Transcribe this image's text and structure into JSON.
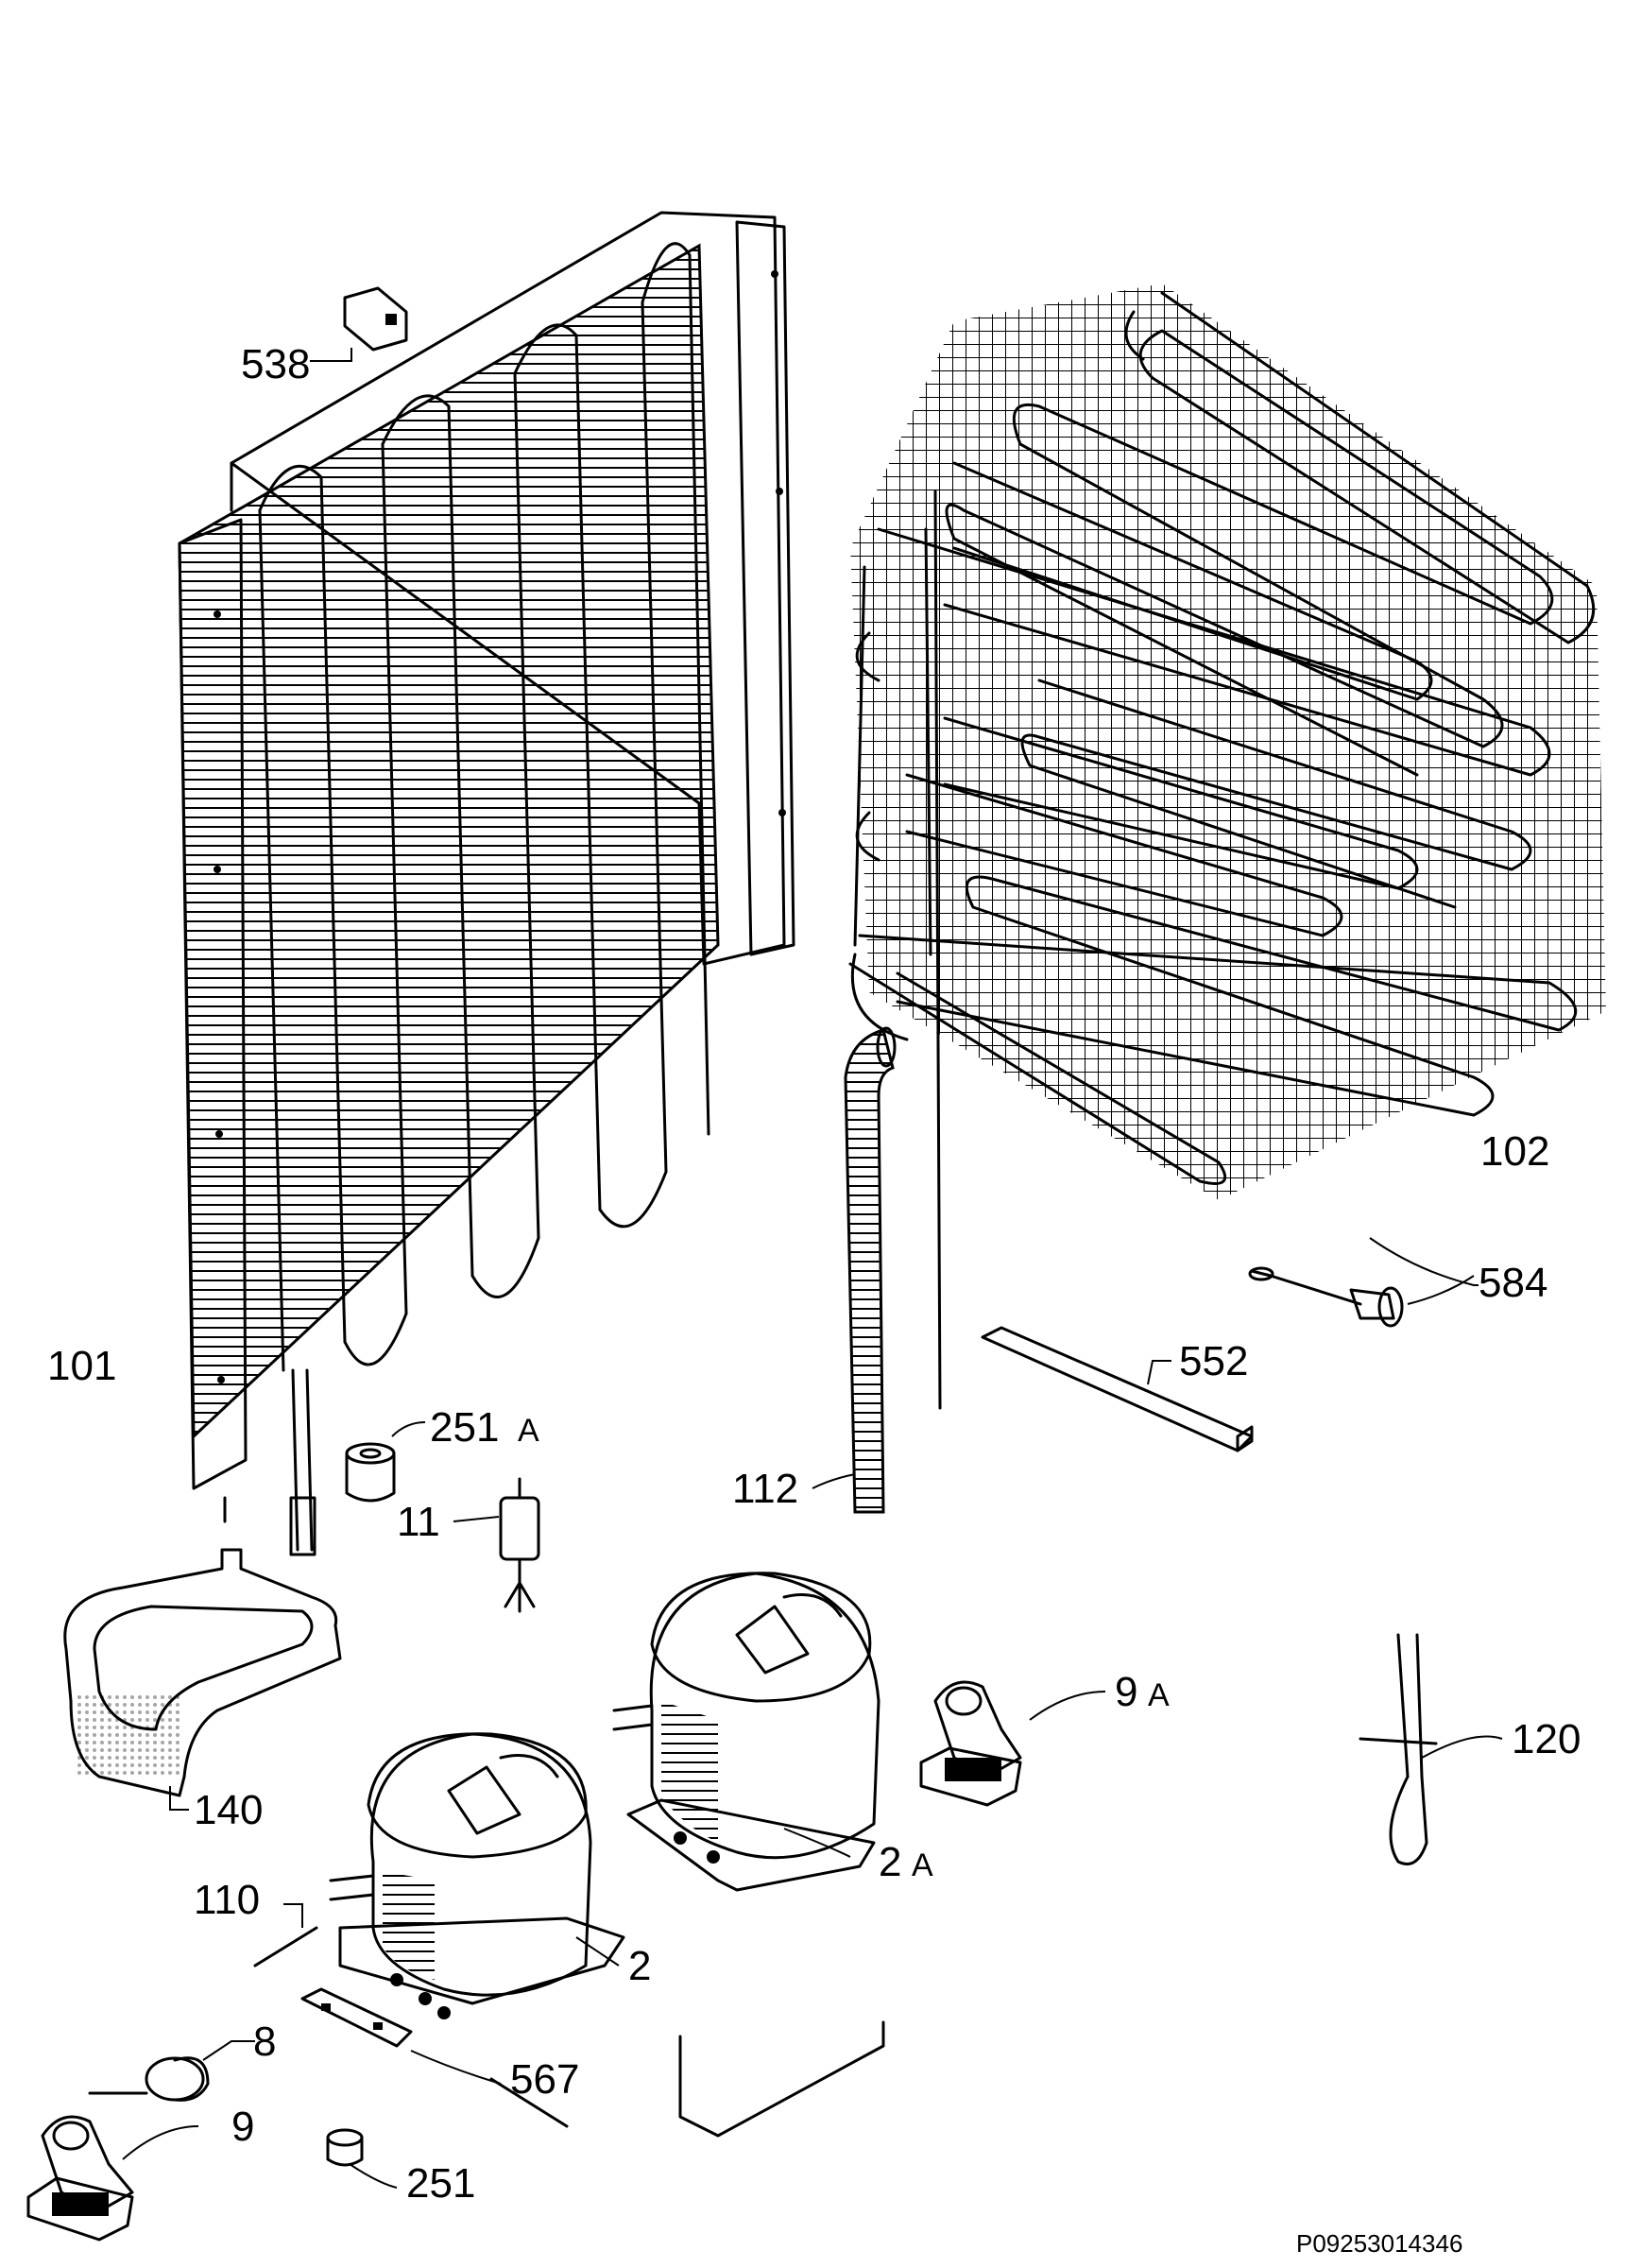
{
  "callouts": {
    "c538": "538",
    "c102": "102",
    "c101": "101",
    "c584": "584",
    "c552": "552",
    "c251a_num": "251",
    "c251a_suf": "A",
    "c112": "112",
    "c11": "11",
    "c9a_num": "9",
    "c9a_suf": "A",
    "c120": "120",
    "c140": "140",
    "c2a_num": "2",
    "c2a_suf": "A",
    "c110": "110",
    "c2": "2",
    "c8": "8",
    "c567": "567",
    "c9": "9",
    "c251": "251"
  },
  "drawing_code": "P09253014346"
}
